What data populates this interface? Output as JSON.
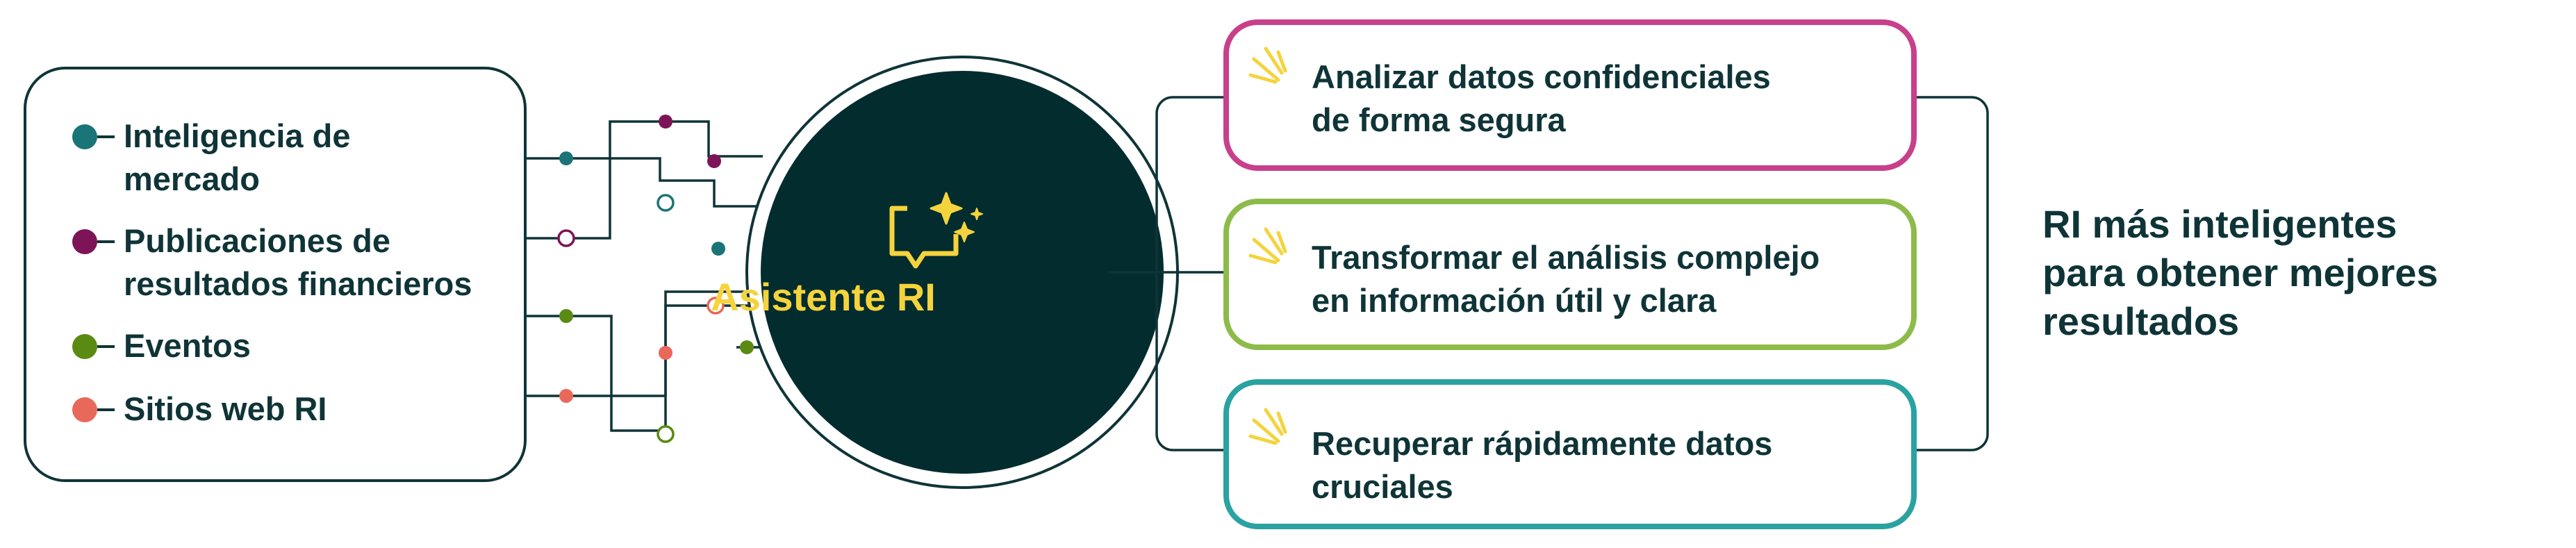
{
  "sources": [
    {
      "label_line1": "Inteligencia de",
      "label_line2": "mercado",
      "color": "#1b7477"
    },
    {
      "label_line1": "Publicaciones de",
      "label_line2": "resultados financieros",
      "color": "#7d1457"
    },
    {
      "label_line1": "Eventos",
      "label_line2": "",
      "color": "#5a8a12"
    },
    {
      "label_line1": "Sitios web RI",
      "label_line2": "",
      "color": "#e8685a"
    }
  ],
  "hub": {
    "title": "Asistente RI",
    "icon": "chat-sparkle-icon",
    "fill": "#032c2f",
    "accent": "#f5d33c"
  },
  "outputs": [
    {
      "line1": "Analizar datos confidenciales",
      "line2": "de forma segura",
      "border": "#c8408a"
    },
    {
      "line1": "Transformar el análisis complejo",
      "line2": "en información útil y clara",
      "border": "#8dbb4a"
    },
    {
      "line1": "Recuperar rápidamente datos",
      "line2": "cruciales",
      "border": "#2aa2a2"
    }
  ],
  "result": {
    "line1": "RI más inteligentes",
    "line2": "para obtener mejores",
    "line3": "resultados"
  },
  "colors": {
    "dark": "#0f3437",
    "spark": "#f5d33c"
  }
}
